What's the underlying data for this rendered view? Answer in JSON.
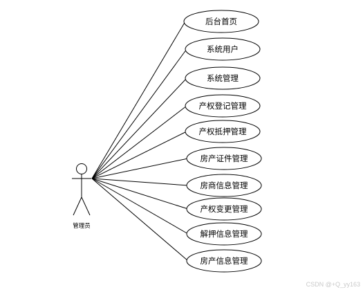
{
  "actor": {
    "label": "管理员"
  },
  "use_cases": [
    {
      "label": "后台首页"
    },
    {
      "label": "系统用户"
    },
    {
      "label": "系统管理"
    },
    {
      "label": "产权登记管理"
    },
    {
      "label": "产权抵押管理"
    },
    {
      "label": "房产证件管理"
    },
    {
      "label": "房商信息管理"
    },
    {
      "label": "产权变更管理"
    },
    {
      "label": "解押信息管理"
    },
    {
      "label": "房产信息管理"
    }
  ],
  "watermark": "CSDN @+Q_yy163"
}
